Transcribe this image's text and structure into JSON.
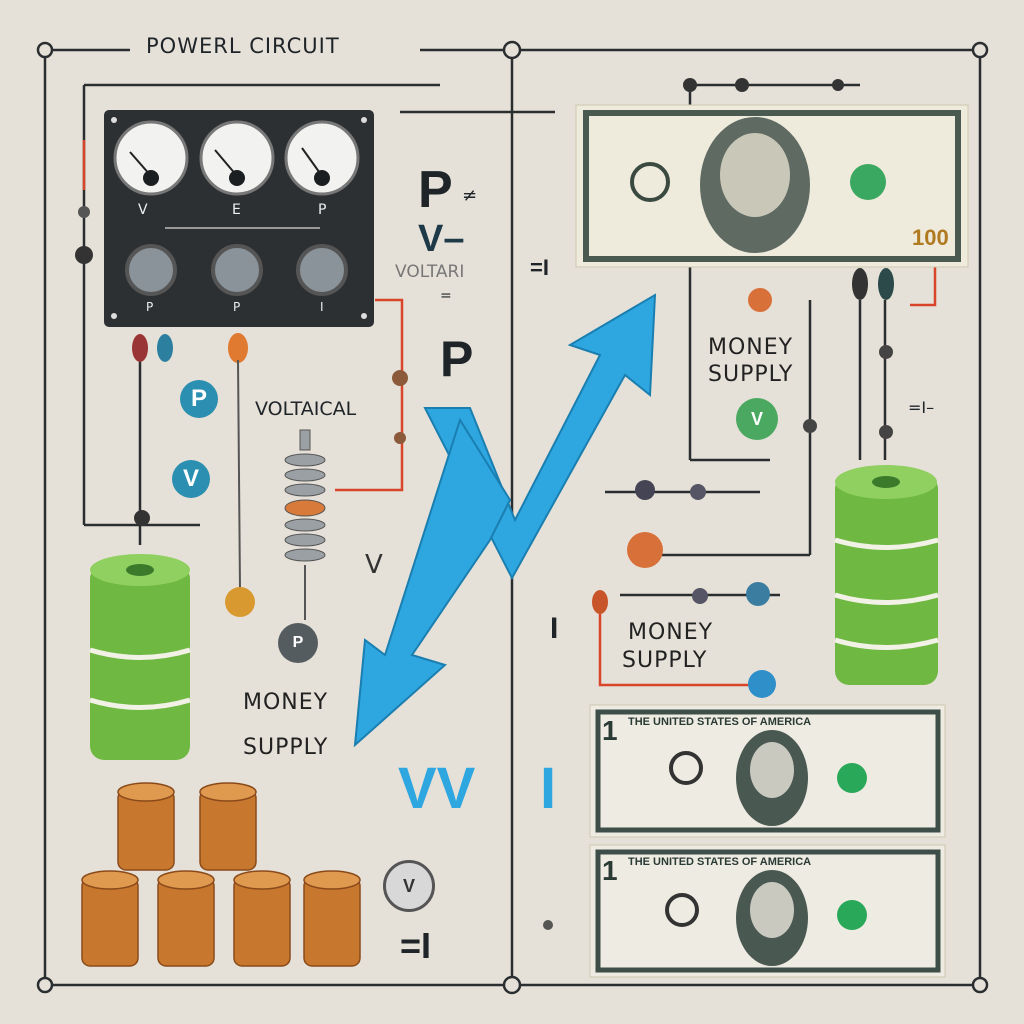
{
  "title": "POWERL CIRCUIT",
  "formula": {
    "p_top": "P",
    "p_sym": "≠",
    "v_dash": "V–",
    "voltari": "VOLTARI",
    "eq": "=",
    "p_bottom": "P"
  },
  "labels": {
    "voltaical": "VOLTAICAL",
    "money_supply_left": [
      "MONEY",
      "SUPPLY"
    ],
    "money_supply_top_right": [
      "MONEY",
      "SUPPLY"
    ],
    "money_supply_mid_right": [
      "MONEY",
      "SUPPLY"
    ],
    "eq_i_mid": "=I",
    "eq_i_bottom": "=I",
    "i_center": "I",
    "vvi": "VV",
    "vvi_i": "I",
    "v_small": "V",
    "right_marker": "=I–"
  },
  "panel": {
    "meter_labels": [
      "V",
      "E",
      "P"
    ],
    "knob_labels": [
      "P",
      "P",
      "I"
    ]
  },
  "badges": {
    "p": "P",
    "v": "V",
    "coin_v": "V",
    "coin_p": "P",
    "green": "V"
  },
  "bills": {
    "top": {
      "denomination": "100"
    },
    "middle": {
      "header": "THE UNITED STATES OF AMERICA",
      "denomination": "1"
    },
    "bottom": {
      "header": "THE UNITED STATES OF AMERICA",
      "denomination": "1"
    }
  },
  "colors": {
    "arrow": "#2ea6e0",
    "wire_red": "#d8452a",
    "money_green": "#7cc24a",
    "panel": "#2d3032"
  }
}
